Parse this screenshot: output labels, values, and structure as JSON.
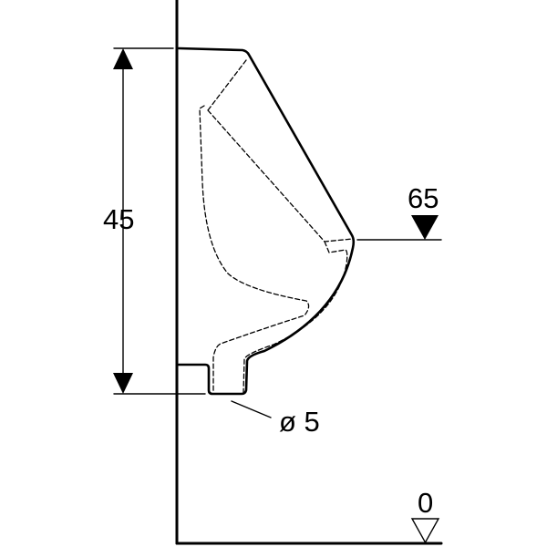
{
  "dimensions": {
    "height_label": "45",
    "rim_height_label": "65",
    "outlet_diameter_label": "ø 5",
    "floor_level_label": "0"
  },
  "colors": {
    "line": "#000000",
    "background": "#ffffff"
  }
}
